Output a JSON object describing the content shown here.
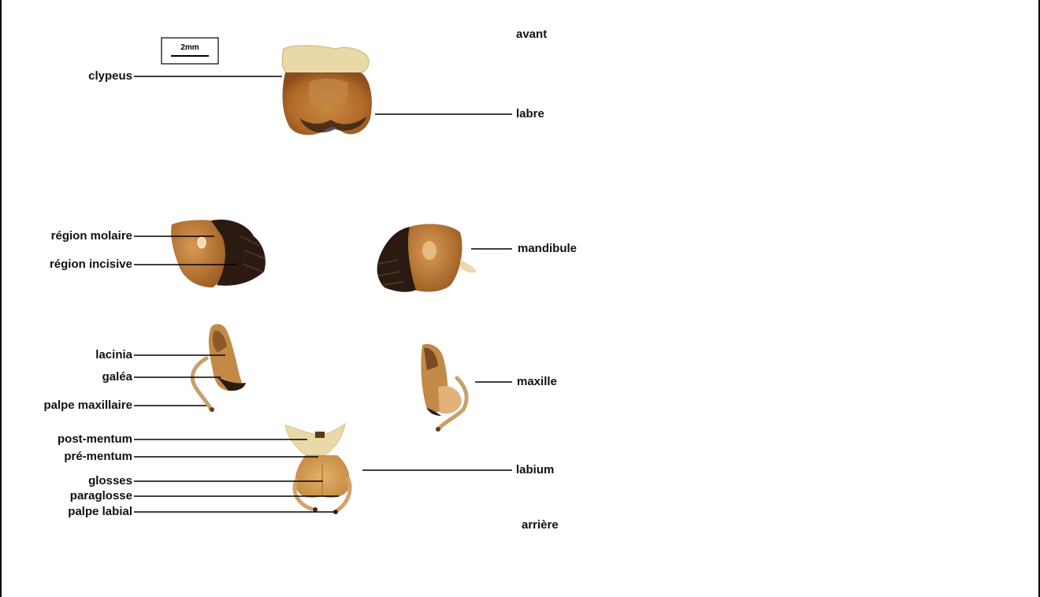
{
  "scale_bar": {
    "label": "2mm"
  },
  "orientation": {
    "top": "avant",
    "bottom": "arrière"
  },
  "labels": {
    "clypeus": "clypeus",
    "labre": "labre",
    "region_molaire": "région molaire",
    "region_incisive": "région incisive",
    "mandibule": "mandibule",
    "lacinia": "lacinia",
    "galea": "galéa",
    "palpe_maxillaire": "palpe maxillaire",
    "maxille": "maxille",
    "post_mentum": "post-mentum",
    "pre_mentum": "pré-mentum",
    "glosses": "glosses",
    "paraglosse": "paraglosse",
    "palpe_labial": "palpe labial",
    "labium": "labium"
  },
  "colors": {
    "cuticle_light": "#d9a05a",
    "cuticle_mid": "#b8732c",
    "cuticle_dark": "#2a1a12",
    "pale": "#ead9a8"
  }
}
